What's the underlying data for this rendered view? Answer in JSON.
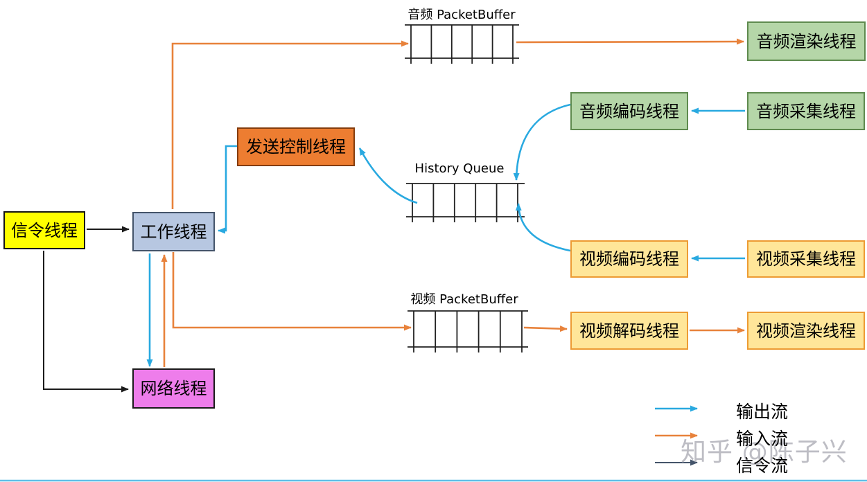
{
  "diagram": {
    "title_hint": "WebRTC-style thread & buffer architecture diagram",
    "nodes": {
      "signal": {
        "label": "信令线程",
        "fill": "#FFFF00"
      },
      "worker": {
        "label": "工作线程",
        "fill": "#B7C7E1"
      },
      "send_control": {
        "label": "发送控制线程",
        "fill": "#ED7D31"
      },
      "network": {
        "label": "网络线程",
        "fill": "#EE7DEB"
      },
      "audio_render": {
        "label": "音频渲染线程",
        "fill": "#B5D6A8"
      },
      "audio_encode": {
        "label": "音频编码线程",
        "fill": "#B5D6A8"
      },
      "audio_capture": {
        "label": "音频采集线程",
        "fill": "#B5D6A8"
      },
      "video_encode": {
        "label": "视频编码线程",
        "fill": "#FFE699"
      },
      "video_capture": {
        "label": "视频采集线程",
        "fill": "#FFE699"
      },
      "video_decode": {
        "label": "视频解码线程",
        "fill": "#FFE699"
      },
      "video_render": {
        "label": "视频渲染线程",
        "fill": "#FFE699"
      }
    },
    "queues": {
      "audio_packet_buffer": {
        "label": "音频 PacketBuffer",
        "cells": 5
      },
      "history_queue": {
        "label": "History Queue",
        "cells": 5
      },
      "video_packet_buffer": {
        "label": "视频 PacketBuffer",
        "cells": 5
      }
    },
    "legend": {
      "items": [
        {
          "label": "输出流",
          "color": "#29A9E0"
        },
        {
          "label": "输入流",
          "color": "#E8823B"
        },
        {
          "label": "信令流",
          "color": "#44546A"
        }
      ]
    },
    "flows": {
      "output_color": "#29A9E0",
      "input_color": "#E8823B",
      "signal_color": "#1B1B1B"
    },
    "watermark": "知乎 @陈子兴"
  }
}
